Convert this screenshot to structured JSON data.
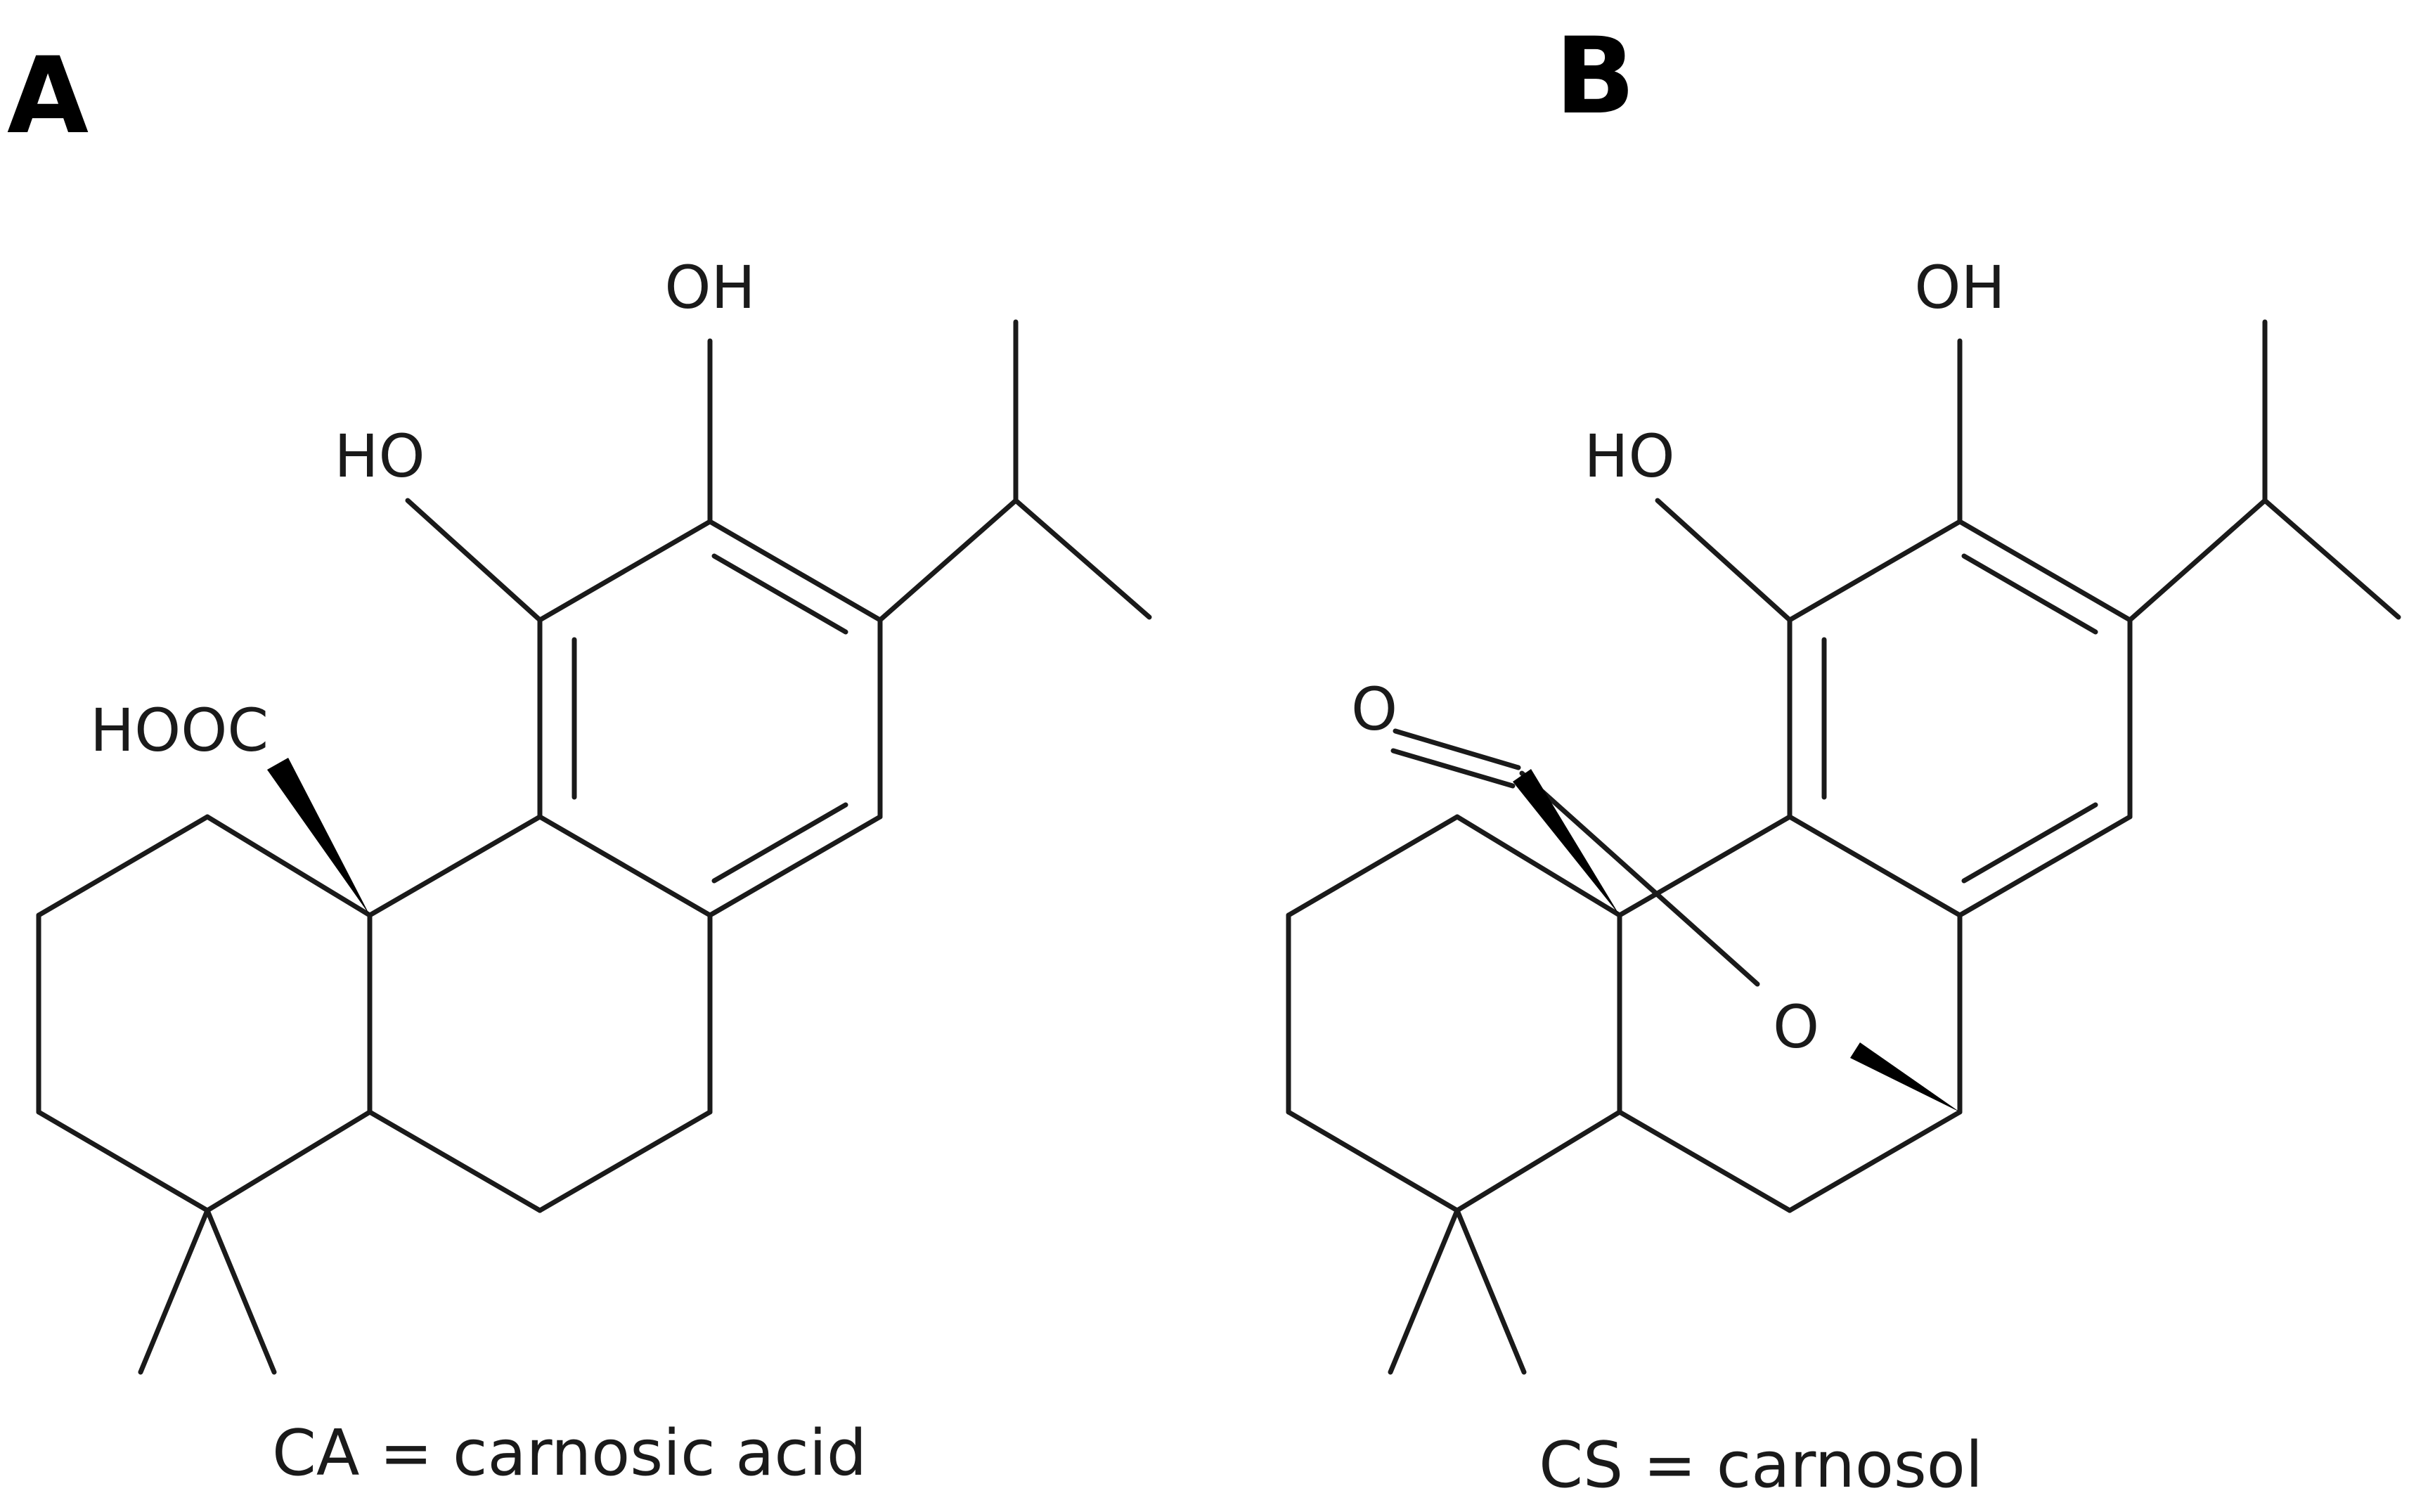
{
  "figure": {
    "panels": [
      {
        "letter": "A",
        "caption": "CA = carnosic acid",
        "labels": {
          "oh_top": "OH",
          "ho_left": "HO",
          "carboxyl": "HOOC"
        }
      },
      {
        "letter": "B",
        "caption": "CS = carnosol",
        "labels": {
          "oh_top": "OH",
          "ho_left": "HO",
          "carbonyl_o": "O",
          "ether_o": "O"
        }
      }
    ]
  },
  "colors": {
    "ink": "#1a1a1a",
    "background": "#ffffff"
  }
}
